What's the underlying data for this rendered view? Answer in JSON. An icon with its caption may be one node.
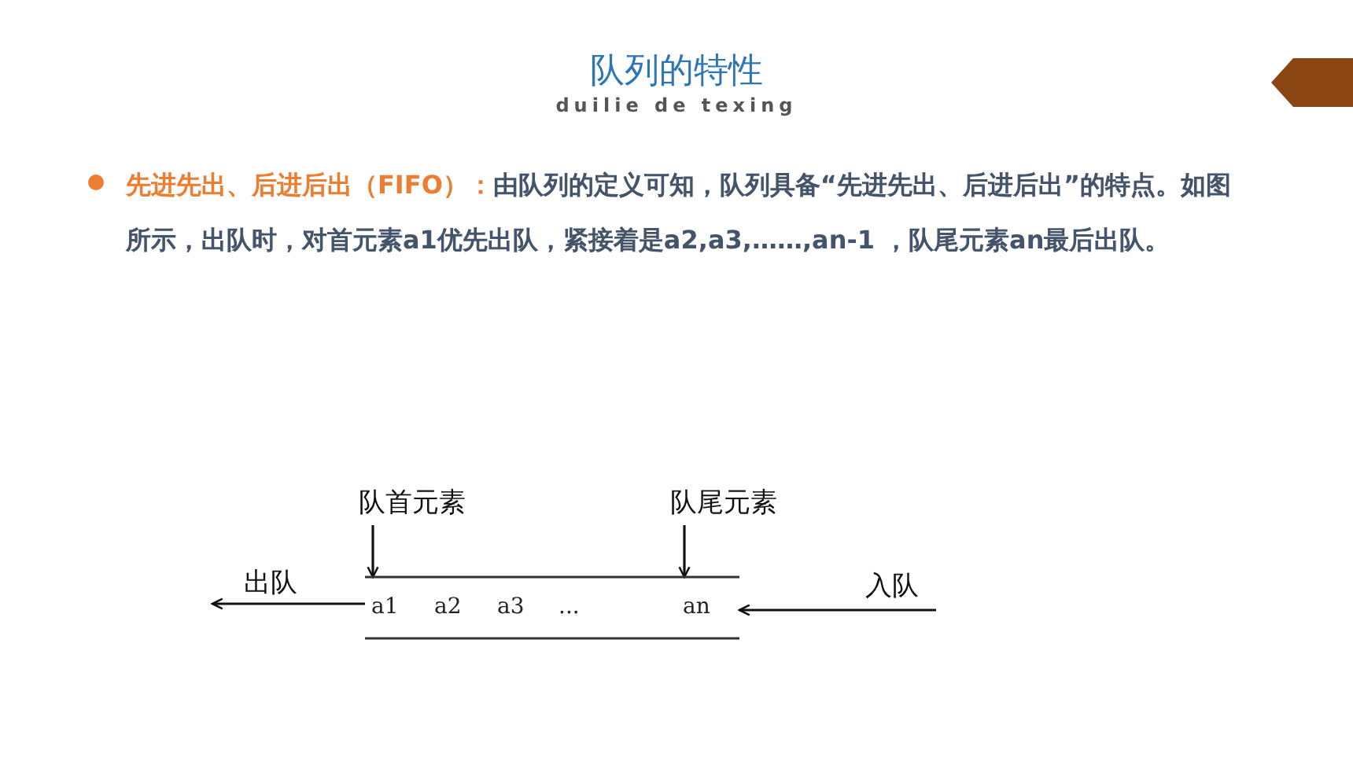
{
  "diagram": {
    "title": "队列的特性",
    "nodes": [
      {
        "text": [
          "队首元素"
        ]
      },
      {
        "text": [
          "队尾元素"
        ]
      },
      {
        "text": [],
        "shape": "box"
      },
      {
        "text": [
          "a1"
        ],
        "in": 2
      },
      {
        "text": [
          "a2"
        ],
        "in": 2
      },
      {
        "text": [
          "a3"
        ],
        "in": 2
      },
      {
        "text": [
          "..."
        ],
        "in": 2
      },
      {
        "text": [
          "an"
        ],
        "in": 2
      }
    ],
    "edges": [
      {
        "from": 0,
        "to": 2,
        "arrow": "to"
      },
      {
        "from": 1,
        "to": 2,
        "arrow": "to"
      },
      {
        "from": 2,
        "to": null,
        "arrow": "to",
        "label": "出队"
      },
      {
        "from": null,
        "to": 2,
        "arrow": "to",
        "label": "入队"
      }
    ],
    "labels": [
      "duilie de texing",
      "先进先出、后进后出（FIFO）：",
      "由队列的定义可知，队列具备“先进先出、后进后出”的特点。如图所示，出队时，对首元素a1优先出队，紧接着是a2,a3,……,an-1 ，队尾元素an最后出队。"
    ]
  }
}
